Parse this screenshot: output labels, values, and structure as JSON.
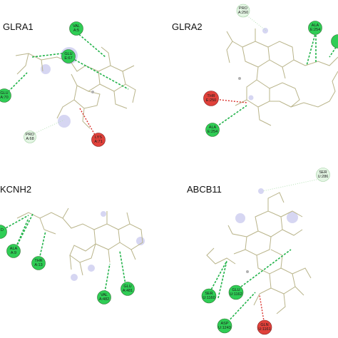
{
  "colors": {
    "hydrogen_bond": "#22b34a",
    "unfavorable": "#d9302b",
    "van_der_waals": "#e3f5e3",
    "ligand_bond": "#b9b48a",
    "hydrophobic_halo": "#c8c8ee"
  },
  "panels": [
    {
      "title": "GLRA1",
      "residues": [
        {
          "label": "VAL A:5",
          "kind": "hbond"
        },
        {
          "label": "GLU E:67",
          "kind": "hbond"
        },
        {
          "label": "GLU A:70",
          "kind": "hbond"
        },
        {
          "label": "PRO A:68",
          "kind": "vdw"
        },
        {
          "label": "LYS A:71",
          "kind": "unfavorable"
        }
      ]
    },
    {
      "title": "GLRA2",
      "residues": [
        {
          "label": "PRO A:250",
          "kind": "vdw"
        },
        {
          "label": "ALA E:254",
          "kind": "hbond"
        },
        {
          "label": "THR E:250",
          "kind": "unfavorable"
        },
        {
          "label": "ALA E:254",
          "kind": "hbond"
        }
      ]
    },
    {
      "title": "KCNH2",
      "residues": [
        {
          "label": "D",
          "kind": "hbond"
        },
        {
          "label": "ALA A:9",
          "kind": "hbond"
        },
        {
          "label": "THR A:13",
          "kind": "hbond"
        },
        {
          "label": "VAL A:482",
          "kind": "hbond"
        },
        {
          "label": "GLU A:481",
          "kind": "hbond"
        }
      ]
    },
    {
      "title": "ABCB11",
      "residues": [
        {
          "label": "SER U:286",
          "kind": "vdw"
        },
        {
          "label": "SER U:1160",
          "kind": "hbond"
        },
        {
          "label": "GLU U:1162",
          "kind": "hbond"
        },
        {
          "label": "ASP U:1243",
          "kind": "hbond"
        },
        {
          "label": "GLN U:1161",
          "kind": "unfavorable"
        }
      ]
    }
  ]
}
